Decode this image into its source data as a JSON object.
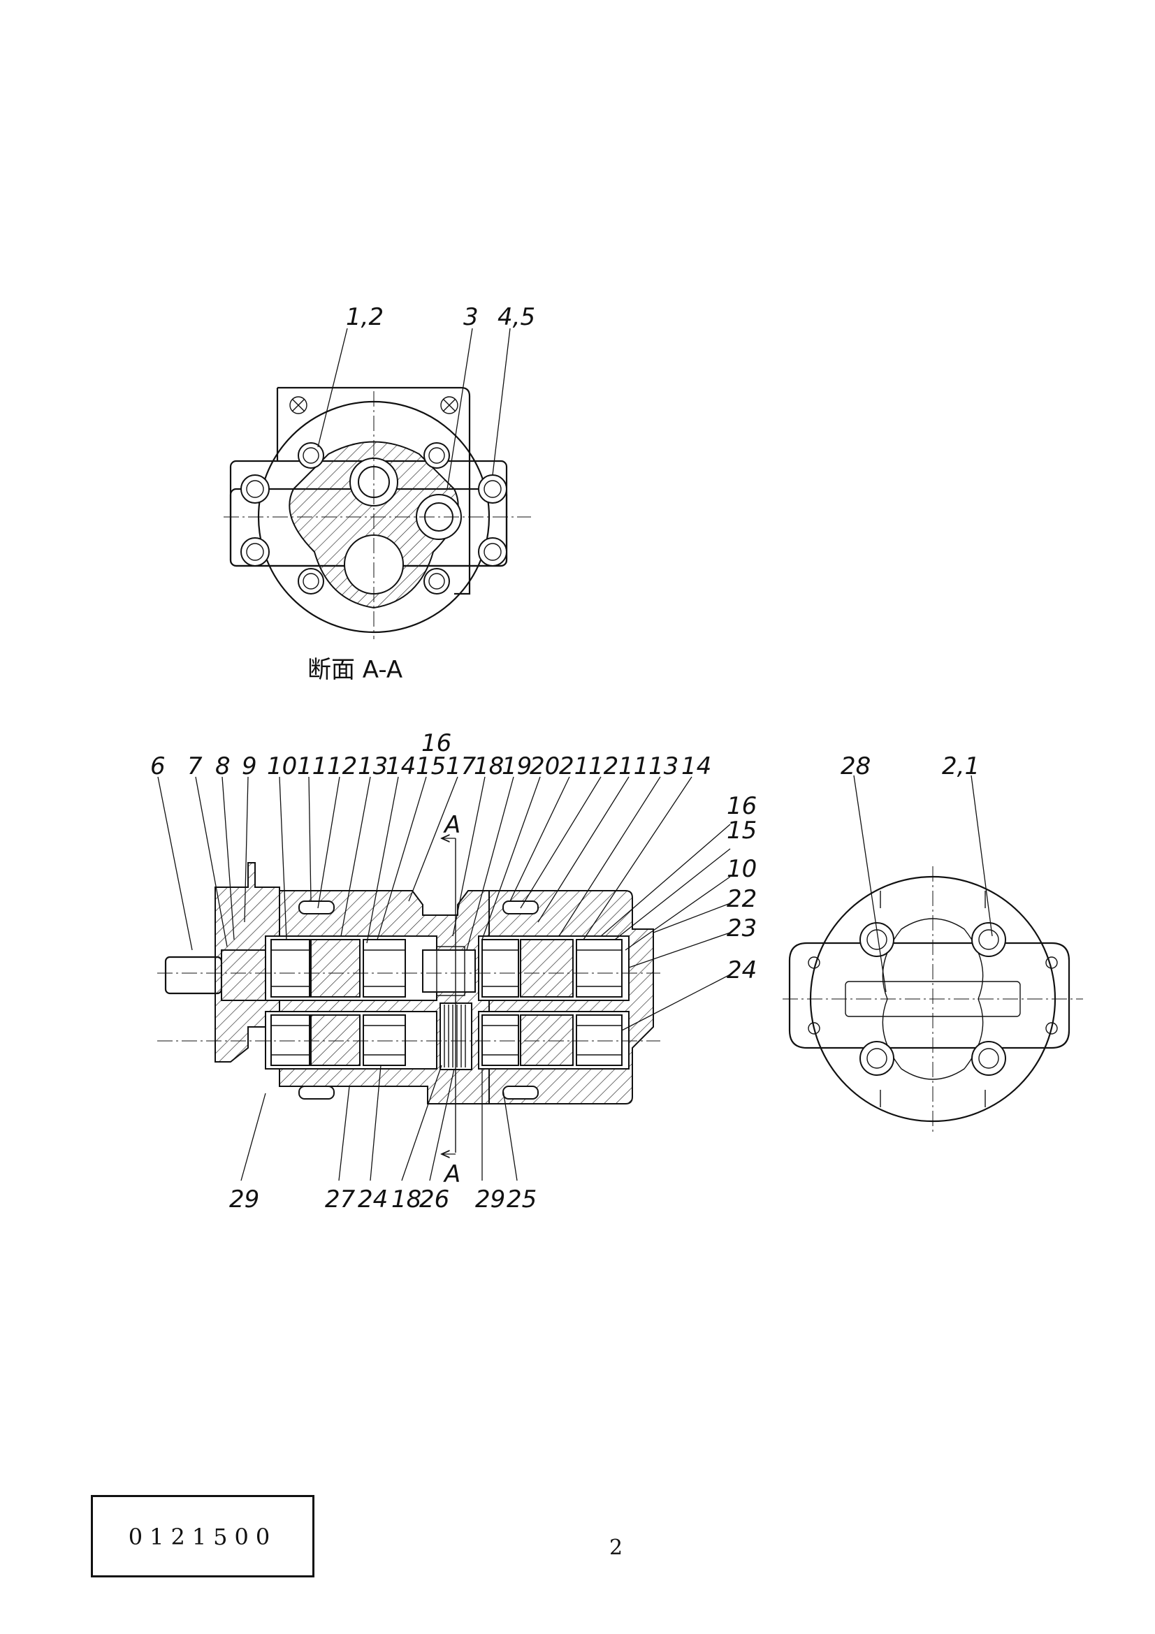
{
  "section_view": {
    "caption": "断面 A-A",
    "callouts": [
      "1,2",
      "3",
      "4,5"
    ]
  },
  "main_view": {
    "top_callouts": [
      "6",
      "7",
      "8",
      "9",
      "10",
      "11",
      "12",
      "13",
      "14",
      "15",
      "17",
      "18",
      "19",
      "20",
      "21",
      "12",
      "11",
      "13",
      "14"
    ],
    "top_extra": "16",
    "right_callouts": [
      "16",
      "15",
      "10",
      "22",
      "23",
      "24"
    ],
    "bottom_callouts": [
      "29",
      "27",
      "24",
      "18",
      "26",
      "29",
      "25"
    ],
    "section_mark_top": "A",
    "section_mark_bottom": "A"
  },
  "end_view": {
    "callouts": [
      "28",
      "2,1"
    ]
  },
  "footer": {
    "doc_number": "0121500",
    "page_number": "2"
  }
}
